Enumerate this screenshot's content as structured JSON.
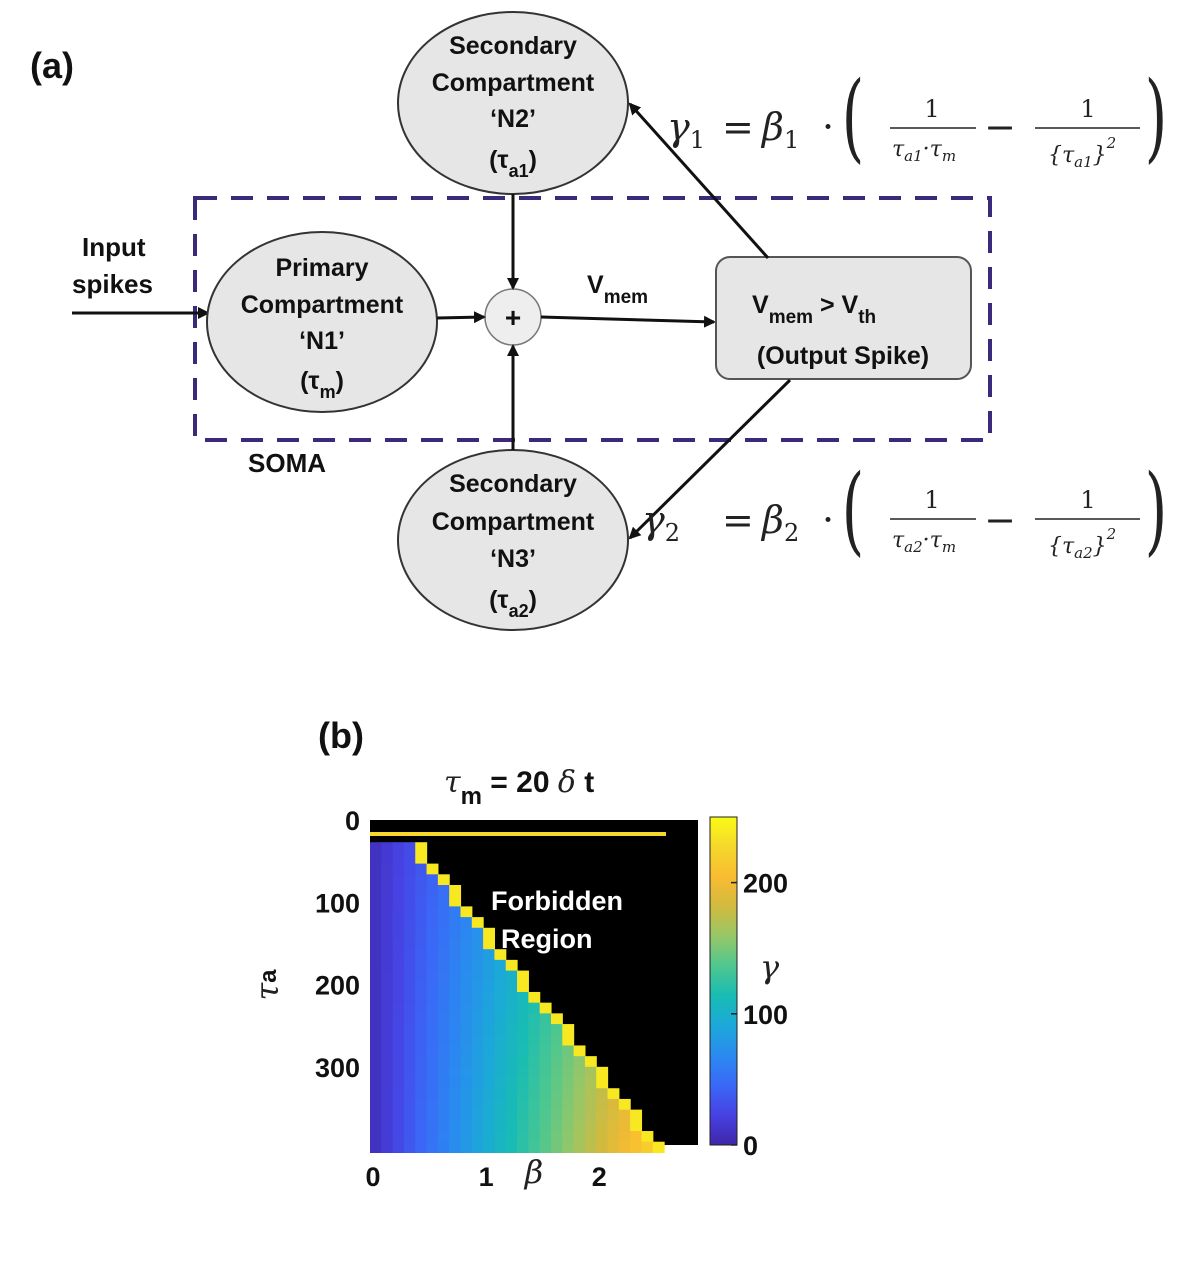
{
  "panel_a": {
    "label": "(a)",
    "input_label_line1": "Input",
    "input_label_line2": "spikes",
    "soma_label": "SOMA",
    "n1": {
      "line1": "Primary",
      "line2": "Compartment",
      "line3": "‘N1’",
      "tau": "τ",
      "tau_sub": "m"
    },
    "n2": {
      "line1": "Secondary",
      "line2": "Compartment",
      "line3": "‘N2’",
      "tau": "τ",
      "tau_sub": "a1"
    },
    "n3": {
      "line1": "Secondary",
      "line2": "Compartment",
      "line3": "‘N3’",
      "tau": "τ",
      "tau_sub": "a2"
    },
    "sum_symbol": "+",
    "vmem_label": "V",
    "vmem_sub": "mem",
    "threshold_box": {
      "v1": "V",
      "v1_sub": "mem",
      "gt": " > V",
      "v2_sub": "th",
      "line2": "(Output Spike)"
    },
    "eq1": {
      "lhs": "γ",
      "lhs_sub": "1",
      "eq": "=",
      "beta": "β",
      "beta_sub": "1",
      "dot": "·",
      "num": "1",
      "den1": "τ",
      "den1_sub": "a1",
      "den_mid": "·τ",
      "den_mid_sub": "m",
      "minus": "−",
      "num2": "1",
      "den2": "{τ",
      "den2_sub": "a1",
      "den2_end": "}",
      "sq": "2"
    },
    "eq2": {
      "lhs": "γ",
      "lhs_sub": "2",
      "eq": "=",
      "beta": "β",
      "beta_sub": "2",
      "dot": "·",
      "num": "1",
      "den1": "τ",
      "den1_sub": "a2",
      "den_mid": "·τ",
      "den_mid_sub": "m",
      "minus": "−",
      "num2": "1",
      "den2": "{τ",
      "den2_sub": "a2",
      "den2_end": "}",
      "sq": "2"
    }
  },
  "panel_b": {
    "label": "(b)",
    "annotation_line1": "Forbidden",
    "annotation_line2": "Region"
  },
  "chart_data": {
    "type": "heatmap",
    "title": "τm = 20 δ t",
    "title_parts": {
      "tau": "τ",
      "sub": "m",
      "rest": " = 20 ",
      "delta": "δ",
      "t": " t"
    },
    "xlabel": "β",
    "ylabel": "τa",
    "ylabel_parts": {
      "tau": "τ",
      "sub": "a"
    },
    "xlim": [
      0,
      2.9
    ],
    "ylim": [
      0,
      395
    ],
    "x_ticks": [
      0,
      1,
      2
    ],
    "y_ticks": [
      0,
      100,
      200,
      300
    ],
    "colorbar": {
      "label": "γ",
      "ticks": [
        0,
        100,
        200
      ],
      "range": [
        0,
        250
      ],
      "colormap": [
        "#3e26a8",
        "#4741e2",
        "#3a68f7",
        "#2a8af0",
        "#1ca8d9",
        "#18bcb4",
        "#4ec78f",
        "#97c767",
        "#d1ba3f",
        "#f9bc31",
        "#f5d82b",
        "#f9fb15"
      ]
    },
    "model": "gamma = 20*beta*(1/(tau_a*tau_m) - 1/tau_a^2)*tau_a^2, shown where gamma >= 0 and tau_a > tau_m; forbidden region shown black",
    "tau_m": 20,
    "beta_step": 0.1,
    "tau_step": 13,
    "gamma_max": 250,
    "forbidden_color": "#000000"
  }
}
